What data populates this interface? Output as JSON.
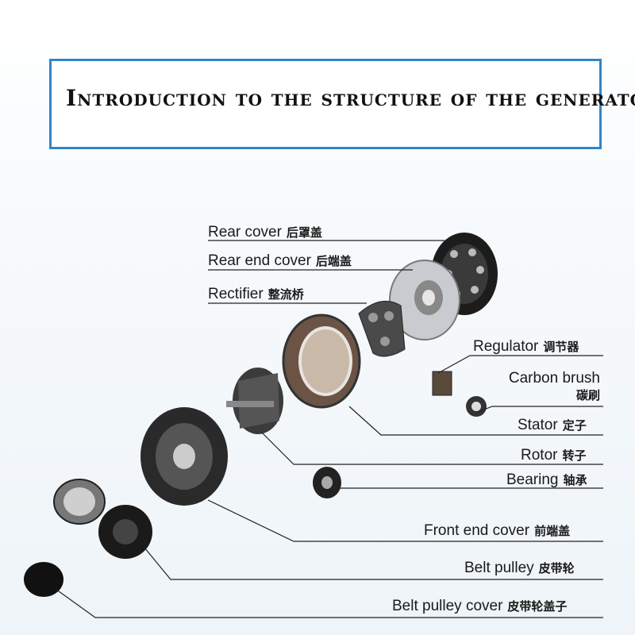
{
  "title": "Introduction to the structure of the generator",
  "labels": {
    "rear_cover": {
      "en": "Rear cover",
      "cn": "后罩盖"
    },
    "rear_end_cover": {
      "en": "Rear end cover",
      "cn": "后端盖"
    },
    "rectifier": {
      "en": "Rectifier",
      "cn": "整流桥"
    },
    "regulator": {
      "en": "Regulator",
      "cn": "调节器"
    },
    "carbon_brush": {
      "en": "Carbon brush",
      "cn": "碳刷"
    },
    "stator": {
      "en": "Stator",
      "cn": "定子"
    },
    "rotor": {
      "en": "Rotor",
      "cn": "转子"
    },
    "bearing": {
      "en": "Bearing",
      "cn": "轴承"
    },
    "front_end_cover": {
      "en": "Front end cover",
      "cn": "前端盖"
    },
    "belt_pulley": {
      "en": "Belt pulley",
      "cn": "皮带轮"
    },
    "belt_pulley_cover": {
      "en": "Belt pulley cover",
      "cn": "皮带轮盖子"
    }
  },
  "colors": {
    "frame": "#2f86c9",
    "line": "#222222"
  }
}
